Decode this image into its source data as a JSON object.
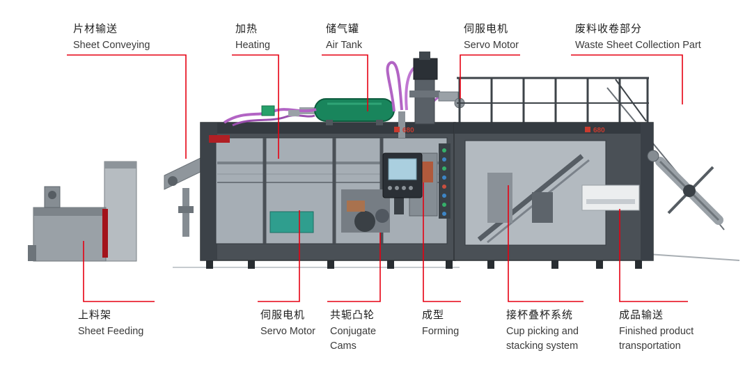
{
  "labels": {
    "top": [
      {
        "zh": "片材输送",
        "en": "Sheet Conveying"
      },
      {
        "zh": "加热",
        "en": "Heating"
      },
      {
        "zh": "储气罐",
        "en": "Air Tank"
      },
      {
        "zh": "伺服电机",
        "en": "Servo Motor"
      },
      {
        "zh": "废料收卷部分",
        "en": "Waste Sheet Collection Part"
      }
    ],
    "bottom": [
      {
        "zh": "上料架",
        "en": "Sheet Feeding"
      },
      {
        "zh": "伺服电机",
        "en": "Servo Motor"
      },
      {
        "zh": "共轭凸轮",
        "en": "Conjugate Cams"
      },
      {
        "zh": "成型",
        "en": "Forming"
      },
      {
        "zh": "接杯叠杯系统",
        "en": "Cup picking and stacking system"
      },
      {
        "zh": "成品输送",
        "en": "Finished product transportation"
      }
    ]
  },
  "machine": {
    "model": "680"
  },
  "colors": {
    "callout_line": "#e60012",
    "machine_body": "#4a5056",
    "air_tank_green": "#19855c",
    "hose_purple": "#b264c4",
    "accent_red": "#b01f24"
  }
}
